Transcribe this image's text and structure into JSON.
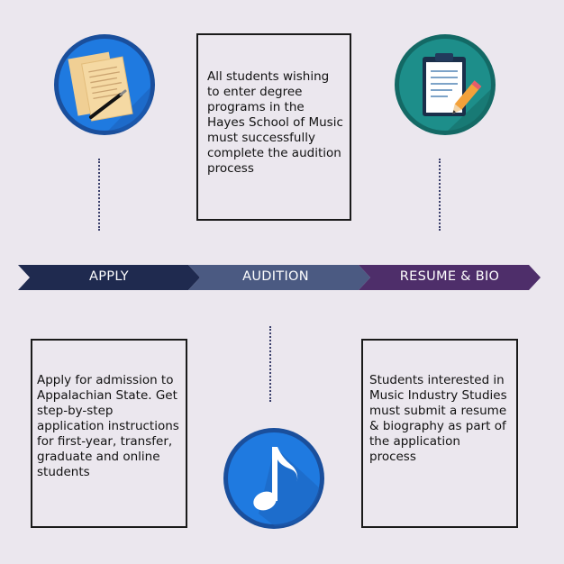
{
  "steps": [
    {
      "label": "APPLY",
      "color": "#1f2a4f"
    },
    {
      "label": "AUDITION",
      "color": "#4b5a82"
    },
    {
      "label": "RESUME & BIO",
      "color": "#4e2e6a"
    }
  ],
  "boxes": {
    "audition": "All students wishing to enter degree programs in the Hayes School of Music must successfully complete the audition process",
    "apply": "Apply for admission to Appalachian State. Get step-by-step application instructions for first-year, transfer, graduate and online students",
    "resume": "Students interested in Music Industry Studies must submit a resume & biography as part of the application process"
  },
  "icons": {
    "apply": "application-papers-pen-icon",
    "resume": "clipboard-pencil-icon",
    "audition": "music-note-icon"
  },
  "colors": {
    "background": "#ebe7ee",
    "icon_blue": "#1f7ae0",
    "icon_teal": "#1d8e8a",
    "connector": "#3a3f6b"
  }
}
